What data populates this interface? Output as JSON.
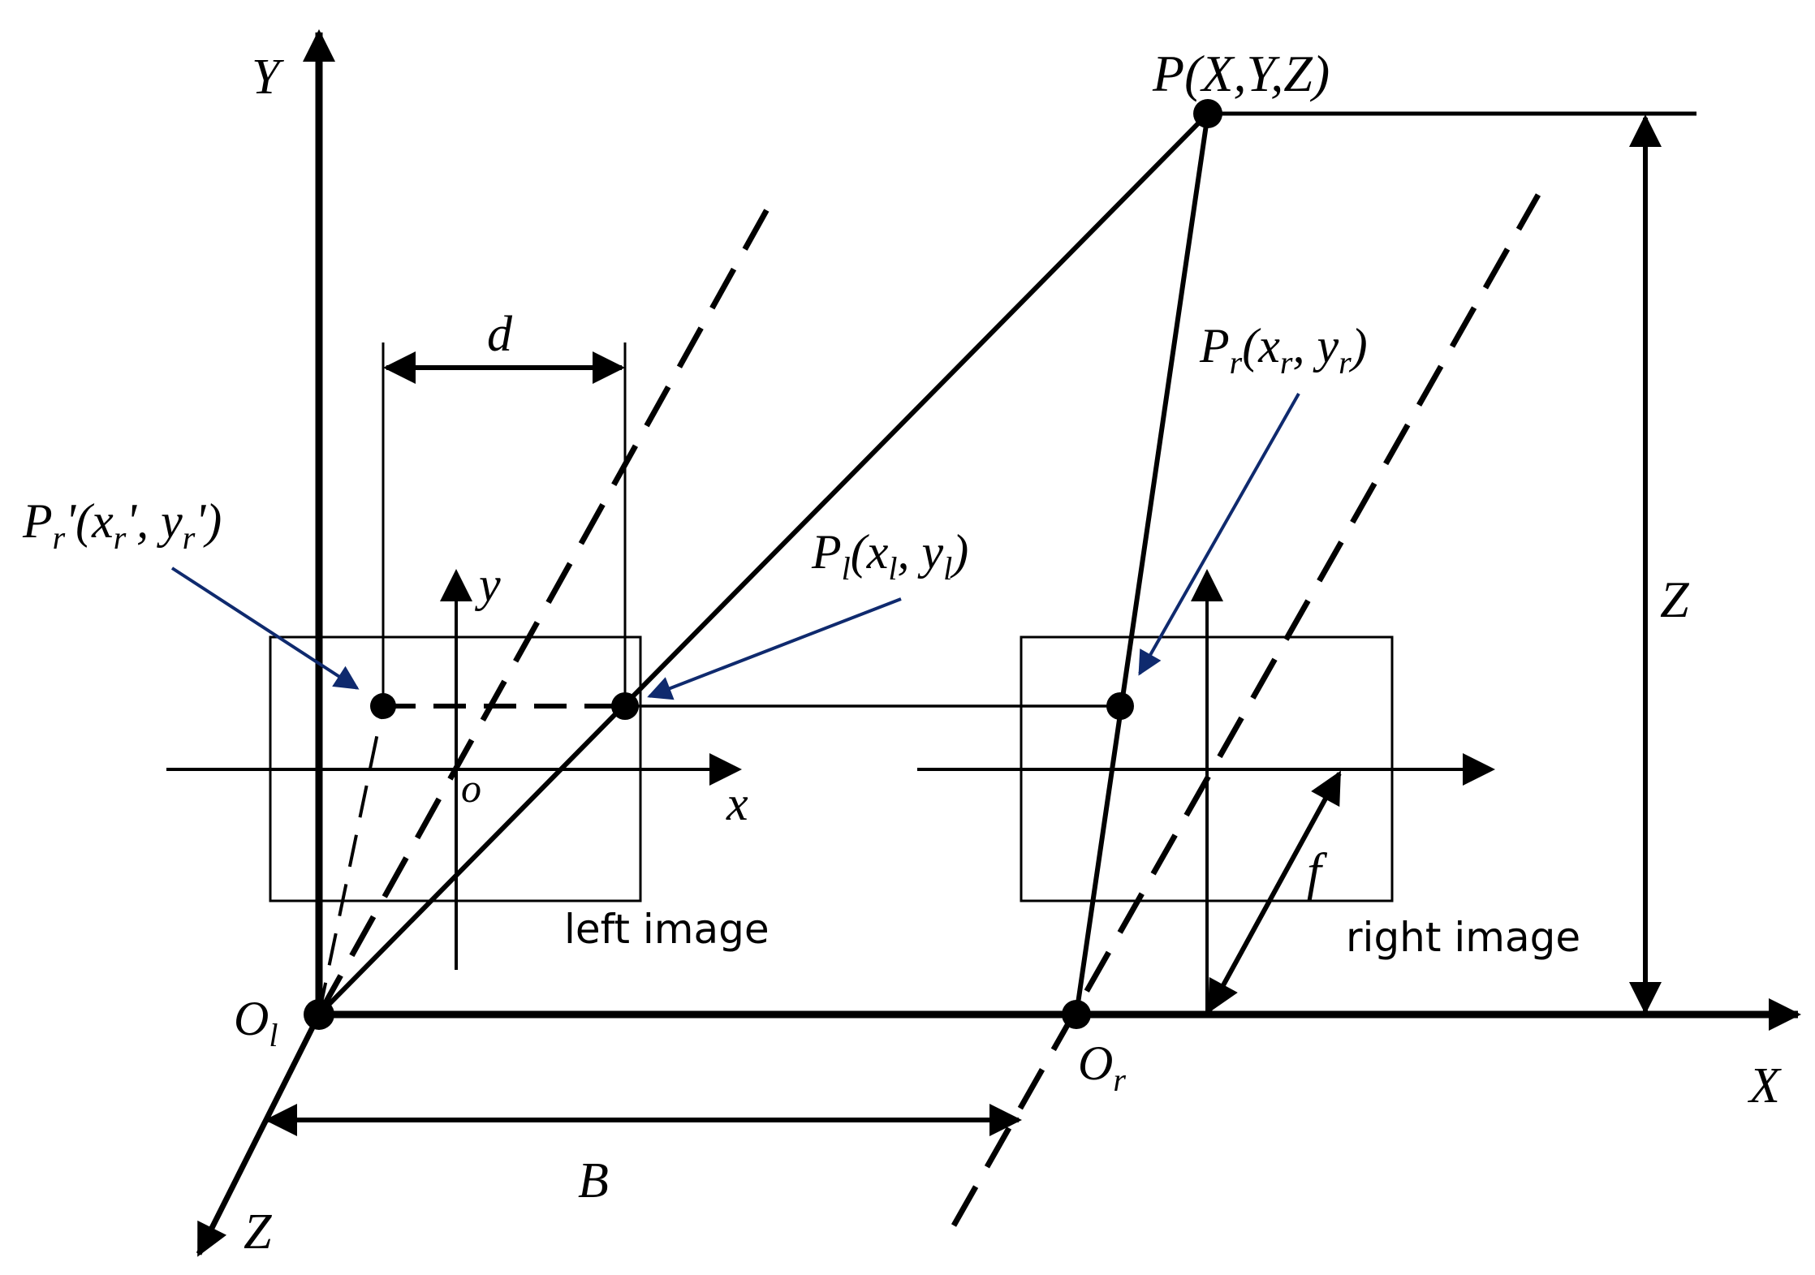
{
  "axes": {
    "world_y": "Y",
    "world_x": "X",
    "world_z": "Z",
    "image_x": "x",
    "image_y": "y",
    "image_origin": "o"
  },
  "points": {
    "world_point": {
      "sym": "P",
      "coords": "(X,Y,Z)"
    },
    "left_center": {
      "sym": "O",
      "sub": "l"
    },
    "right_center": {
      "sym": "O",
      "sub": "r"
    },
    "left_proj": {
      "sym": "P",
      "sub": "l",
      "open": "(",
      "x": "x",
      "x_sub": "l",
      "sep": ", ",
      "y": "y",
      "y_sub": "l",
      "close": ")"
    },
    "right_proj": {
      "sym": "P",
      "sub": "r",
      "open": "(",
      "x": "x",
      "x_sub": "r",
      "sep": ", ",
      "y": "y",
      "y_sub": "r",
      "close": ")"
    },
    "shifted_proj": {
      "sym": "P",
      "sub": "r",
      "prime": "'",
      "open": "(",
      "x": "x",
      "x_sub": "r",
      "x_prime": "'",
      "sep": ", ",
      "y": "y",
      "y_sub": "r",
      "y_prime": "'",
      "close": ")"
    }
  },
  "dimensions": {
    "disparity": "d",
    "baseline": "B",
    "focal": "f",
    "depth": "Z"
  },
  "captions": {
    "left_image": "left image",
    "right_image": "right image"
  },
  "colors": {
    "ink": "#000000",
    "arrow_blue": "#0f2a6e"
  }
}
